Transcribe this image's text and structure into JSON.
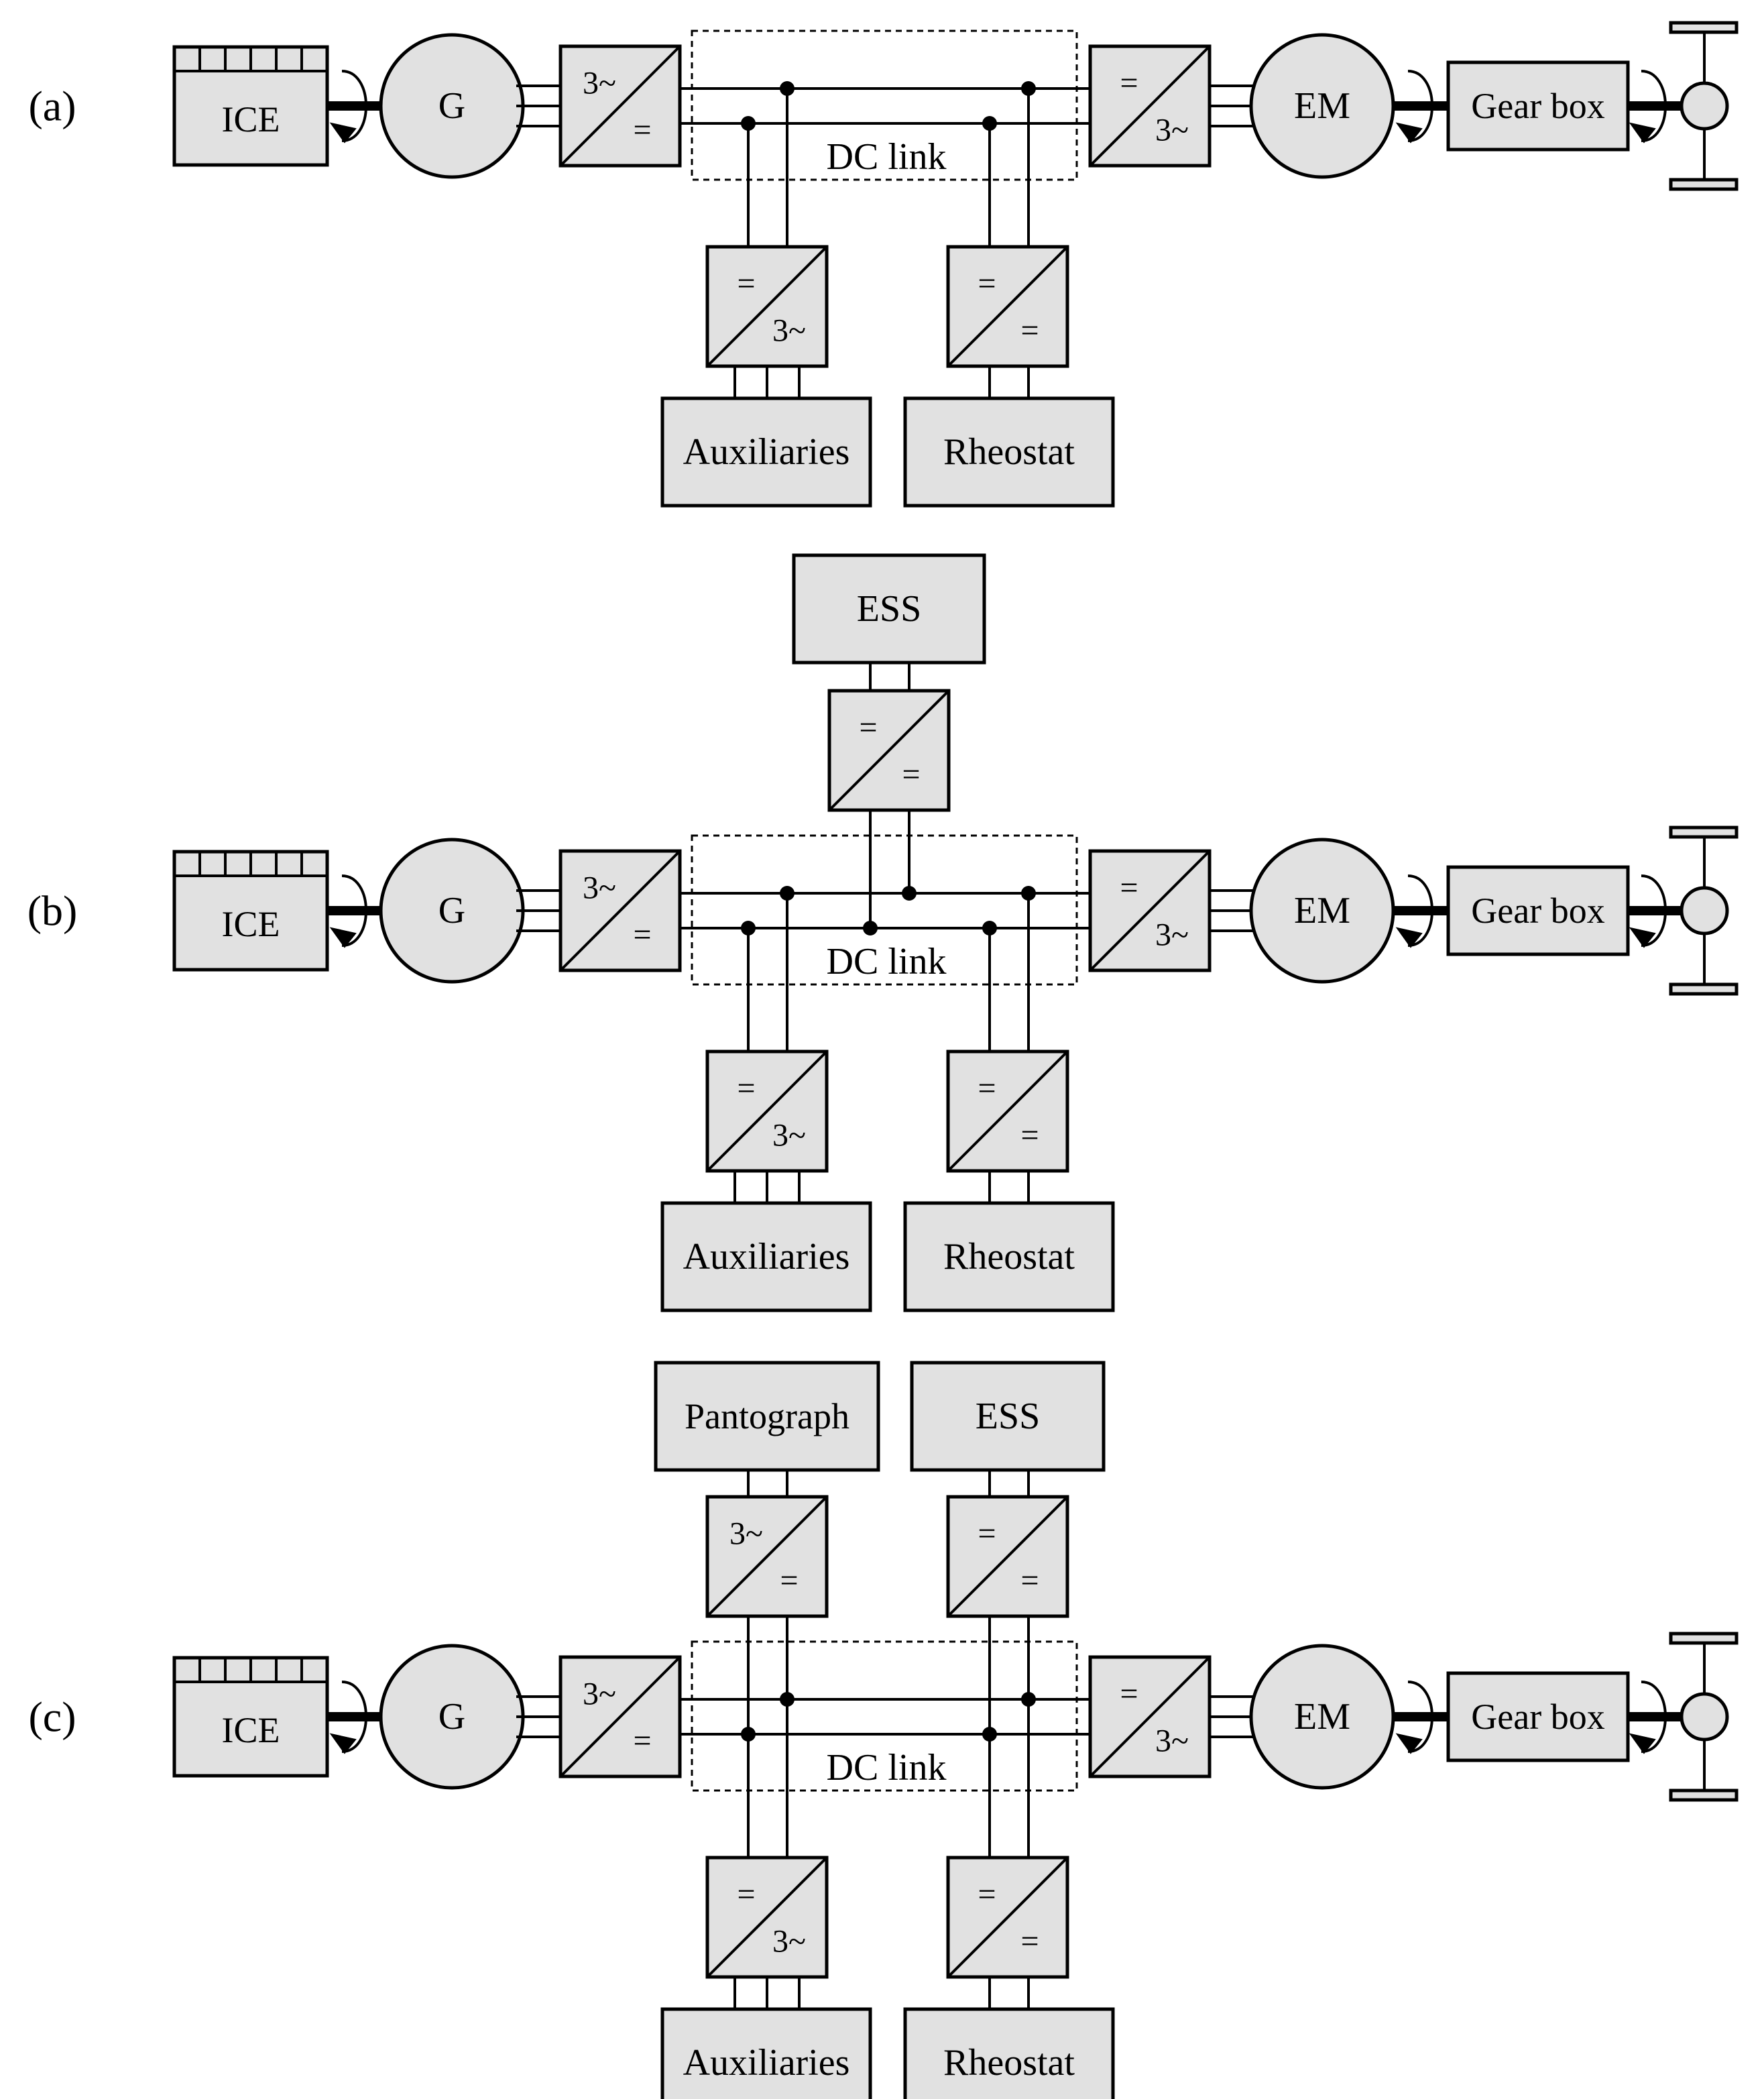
{
  "panels": [
    {
      "id": "a",
      "label": "(a)",
      "ice": "ICE",
      "generator": "G",
      "rectifier": {
        "top": "3~",
        "bottom": "="
      },
      "dc_link": "DC link",
      "inverter": {
        "top": "=",
        "bottom": "3~"
      },
      "motor": "EM",
      "gearbox": "Gear box",
      "aux_converter": {
        "top": "=",
        "bottom": "3~"
      },
      "auxiliaries": "Auxiliaries",
      "rheo_converter": {
        "top": "=",
        "bottom": "="
      },
      "rheostat": "Rheostat"
    },
    {
      "id": "b",
      "label": "(b)",
      "ice": "ICE",
      "generator": "G",
      "rectifier": {
        "top": "3~",
        "bottom": "="
      },
      "dc_link": "DC link",
      "inverter": {
        "top": "=",
        "bottom": "3~"
      },
      "motor": "EM",
      "gearbox": "Gear box",
      "aux_converter": {
        "top": "=",
        "bottom": "3~"
      },
      "auxiliaries": "Auxiliaries",
      "rheo_converter": {
        "top": "=",
        "bottom": "="
      },
      "rheostat": "Rheostat",
      "ess": "ESS",
      "ess_converter": {
        "top": "=",
        "bottom": "="
      }
    },
    {
      "id": "c",
      "label": "(c)",
      "ice": "ICE",
      "generator": "G",
      "rectifier": {
        "top": "3~",
        "bottom": "="
      },
      "dc_link": "DC link",
      "inverter": {
        "top": "=",
        "bottom": "3~"
      },
      "motor": "EM",
      "gearbox": "Gear box",
      "aux_converter": {
        "top": "=",
        "bottom": "3~"
      },
      "auxiliaries": "Auxiliaries",
      "rheo_converter": {
        "top": "=",
        "bottom": "="
      },
      "rheostat": "Rheostat",
      "pantograph": "Pantograph",
      "panto_converter": {
        "top": "3~",
        "bottom": "="
      },
      "ess": "ESS",
      "ess_converter": {
        "top": "=",
        "bottom": "="
      }
    }
  ]
}
